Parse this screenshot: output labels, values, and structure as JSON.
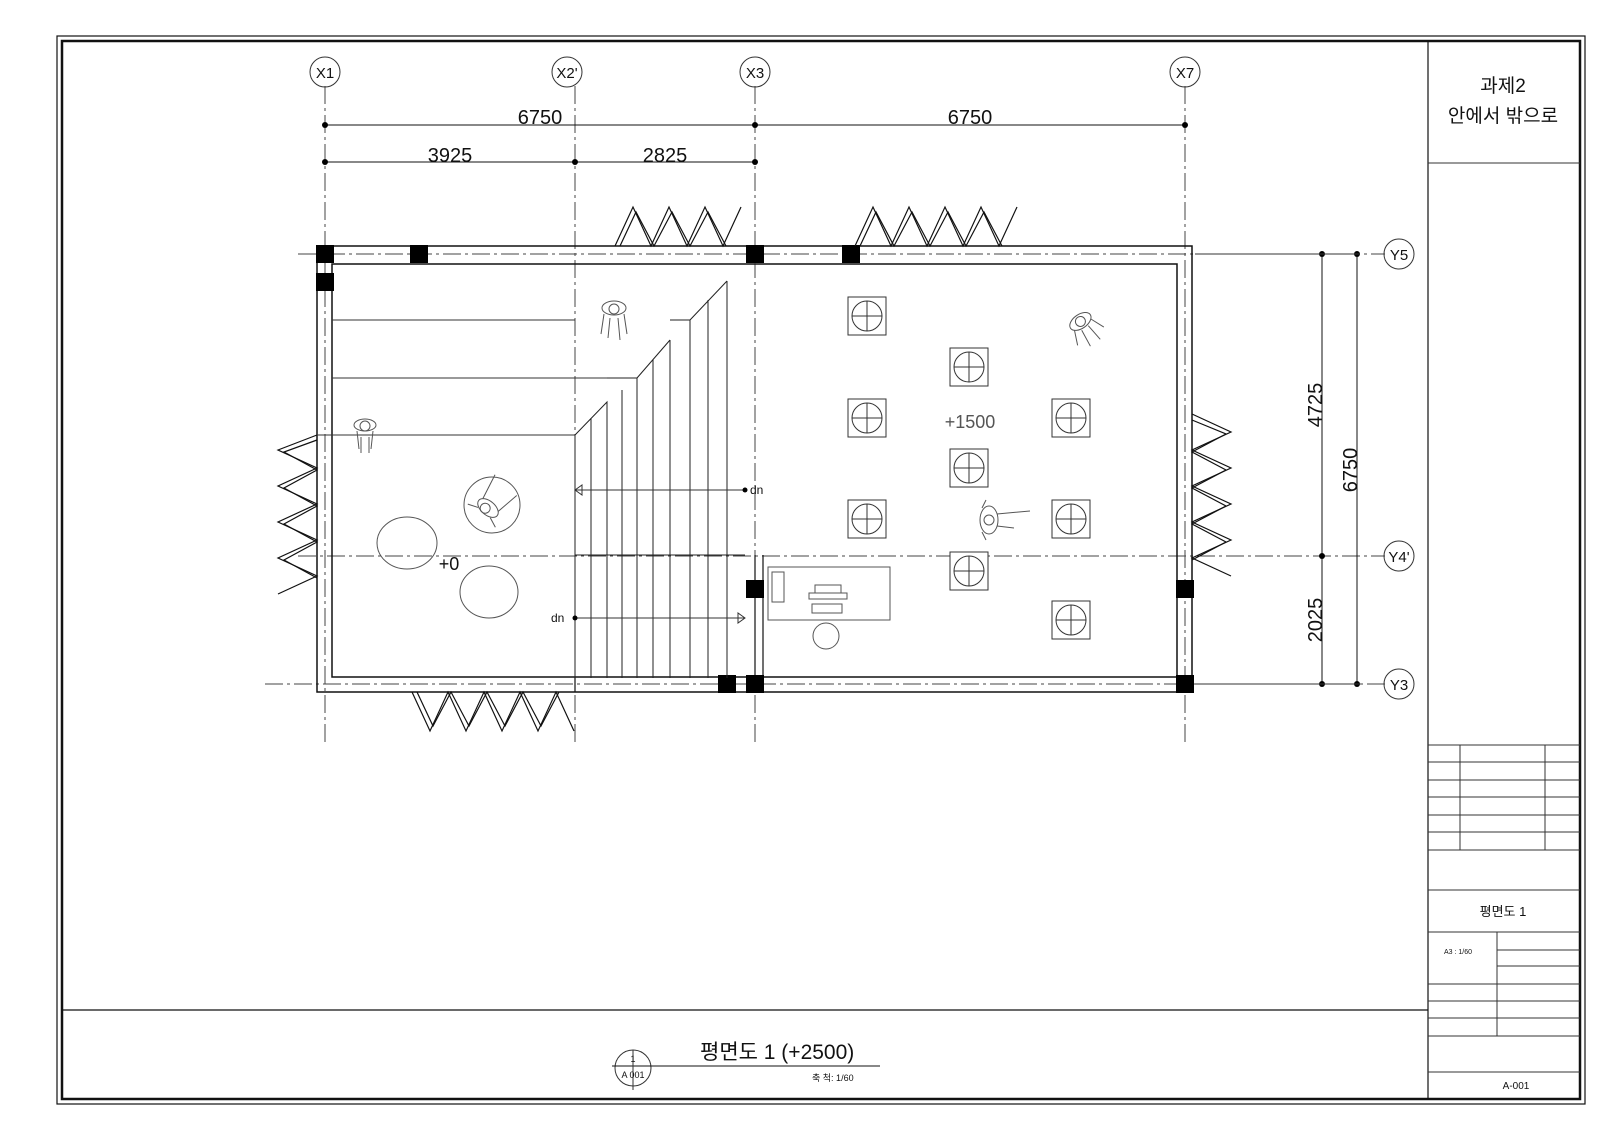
{
  "title_block": {
    "project_line1": "과제2",
    "project_line2": "안에서 밖으로",
    "sheet_title": "평면도 1",
    "scale_small": "A3 : 1/60",
    "sheet_number": "A-001"
  },
  "drawing_title": {
    "title": "평면도 1 (+2500)",
    "scale": "축 척: 1/60",
    "bubble_number": "1",
    "bubble_sheet": "A 001"
  },
  "grid_axes": {
    "x": [
      "X1",
      "X2'",
      "X3",
      "X7"
    ],
    "y": [
      "Y5",
      "Y4'",
      "Y3"
    ]
  },
  "dimensions": {
    "top_overall_left": "6750",
    "top_overall_right": "6750",
    "top_sub_left": "3925",
    "top_sub_right": "2825",
    "right_upper": "4725",
    "right_lower": "2025",
    "right_overall": "6750"
  },
  "levels": {
    "lower": "+0",
    "upper": "+1500"
  },
  "stair_labels": {
    "dn_upper": "dn",
    "dn_lower": "dn"
  }
}
